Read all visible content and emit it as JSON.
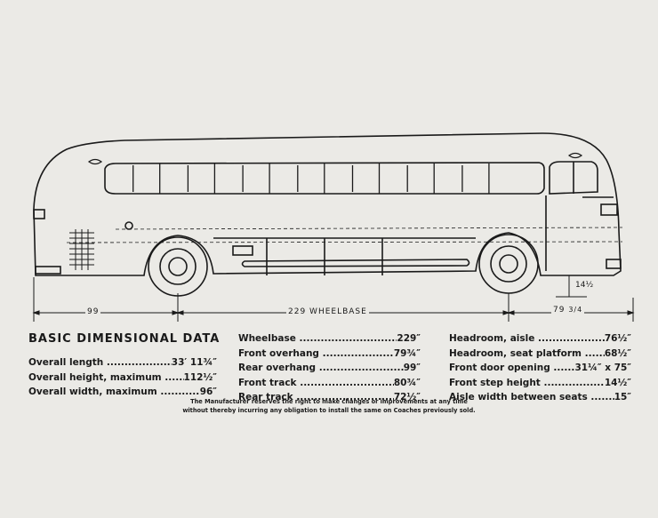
{
  "drawing": {
    "dims": {
      "rear_overhang": "99",
      "wheelbase": "229 WHEELBASE",
      "front_overhang": "79",
      "front_overhang_frac": "3/4",
      "step": "14½"
    }
  },
  "title": "BASIC DIMENSIONAL DATA",
  "col1": [
    {
      "label": "Overall length",
      "value": "33′ 11¾″"
    },
    {
      "label": "Overall height, maximum",
      "value": "112½″"
    },
    {
      "label": "Overall width, maximum",
      "value": "96″"
    }
  ],
  "col2": [
    {
      "label": "Wheelbase",
      "value": "229″"
    },
    {
      "label": "Front overhang",
      "value": "79¾″"
    },
    {
      "label": "Rear overhang",
      "value": "99″"
    },
    {
      "label": "Front track",
      "value": "80¾″"
    },
    {
      "label": "Rear track",
      "value": "72½″"
    }
  ],
  "col3": [
    {
      "label": "Headroom, aisle",
      "value": "76½″"
    },
    {
      "label": "Headroom, seat platform",
      "value": "68½″"
    },
    {
      "label": "Front door opening",
      "value": "31¼″ x 75″"
    },
    {
      "label": "Front step height",
      "value": "14½″"
    },
    {
      "label": "Aisle width between seats",
      "value": "15″"
    }
  ],
  "note": [
    "The Manufacturer reserves the right to make changes or improvements at any time",
    "without thereby incurring any obligation to install the same on Coaches previously sold."
  ]
}
